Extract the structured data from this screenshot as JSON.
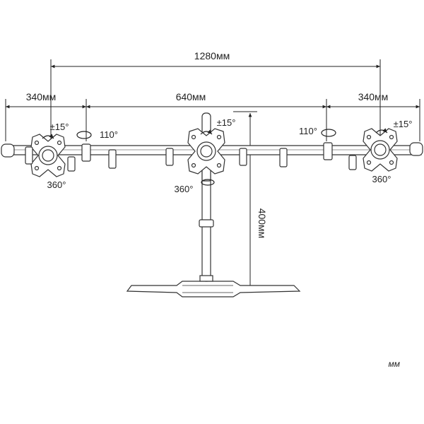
{
  "dimensions": {
    "total_width": "1280мм",
    "center_width": "640мм",
    "left_side_width": "340мм",
    "right_side_width": "340мм",
    "height": "400мм"
  },
  "adjustments": {
    "tilt_left": "±15°",
    "tilt_center": "±15°",
    "tilt_right": "±15°",
    "rotate_left": "360°",
    "rotate_center": "360°",
    "rotate_right": "360°",
    "swivel_left": "110°",
    "swivel_right": "110°"
  },
  "units_note": "мм"
}
